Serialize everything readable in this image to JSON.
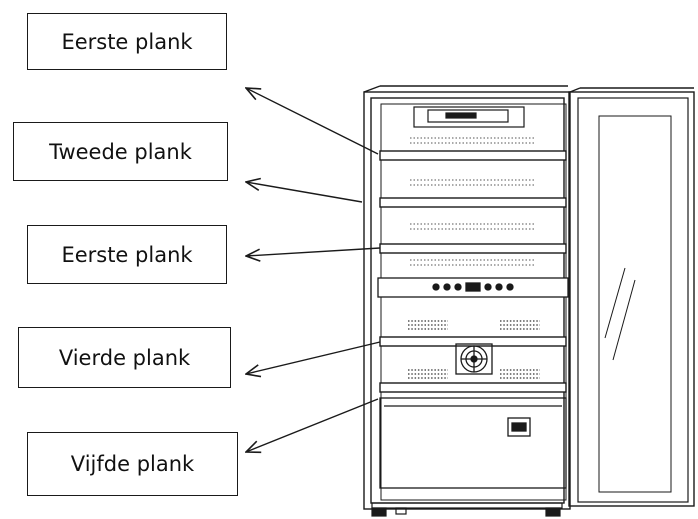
{
  "labels": [
    {
      "id": "shelf-1",
      "text": "Eerste plank"
    },
    {
      "id": "shelf-2",
      "text": "Tweede plank"
    },
    {
      "id": "shelf-3",
      "text": "Eerste plank"
    },
    {
      "id": "shelf-4",
      "text": "Vierde plank"
    },
    {
      "id": "shelf-5",
      "text": "Vijfde plank"
    }
  ],
  "colors": {
    "line": "#1a1a1a",
    "background": "#ffffff",
    "vent": "#555555"
  }
}
